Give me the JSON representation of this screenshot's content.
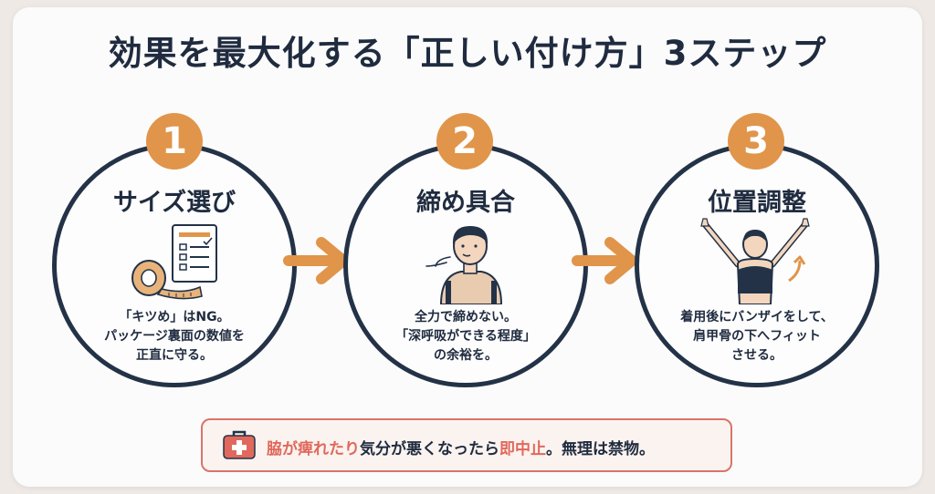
{
  "title": "効果を最大化する「正しい付け方」3ステップ",
  "steps": [
    {
      "number": "1",
      "title": "サイズ選び",
      "lines": [
        "「キツめ」はNG。",
        "パッケージ裏面の数値を",
        "正直に守る。"
      ],
      "icon": "measuring-tape-checklist-icon"
    },
    {
      "number": "2",
      "title": "締め具合",
      "lines": [
        "全力で締めない。",
        "「深呼吸ができる程度」",
        "の余裕を。"
      ],
      "icon": "breathing-person-icon"
    },
    {
      "number": "3",
      "title": "位置調整",
      "lines": [
        "着用後にバンザイをして、",
        "肩甲骨の下へフィット",
        "させる。"
      ],
      "icon": "arms-raised-person-icon"
    }
  ],
  "warning": {
    "icon": "first-aid-kit-icon",
    "part1": "脇が痺れたり",
    "part2": "気分が悪くなったら",
    "part3": "即中止",
    "part4": "。無理は禁物。"
  },
  "colors": {
    "accent": "#e0954a",
    "navy": "#233247",
    "warning_red": "#e0685c"
  }
}
